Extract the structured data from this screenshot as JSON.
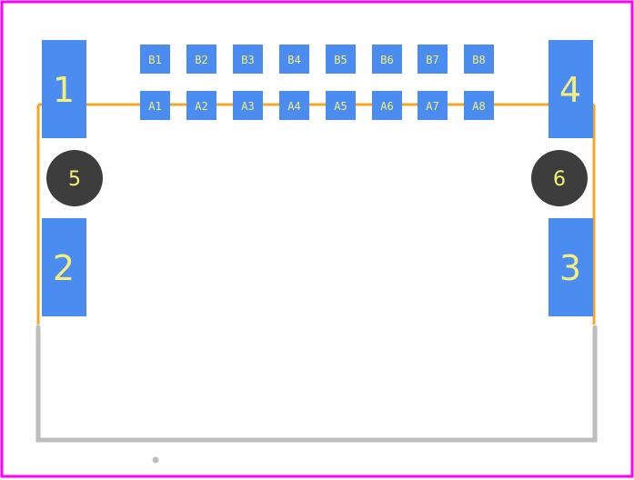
{
  "colors": {
    "background": "#ffffff",
    "border": "#ff00ff",
    "silkscreen_top": "#f5a623",
    "silkscreen_bottom": "#bdbdbd",
    "pad": "#4a8cf0",
    "hole": "#3d3d3d",
    "label": "#f5f07a",
    "marker": "#bdbdbd"
  },
  "mounting_pads": [
    {
      "label": "1"
    },
    {
      "label": "2"
    },
    {
      "label": "3"
    },
    {
      "label": "4"
    }
  ],
  "holes": [
    {
      "label": "5"
    },
    {
      "label": "6"
    }
  ],
  "signal_pads_row_b": [
    "B1",
    "B2",
    "B3",
    "B4",
    "B5",
    "B6",
    "B7",
    "B8"
  ],
  "signal_pads_row_a": [
    "A1",
    "A2",
    "A3",
    "A4",
    "A5",
    "A6",
    "A7",
    "A8"
  ]
}
